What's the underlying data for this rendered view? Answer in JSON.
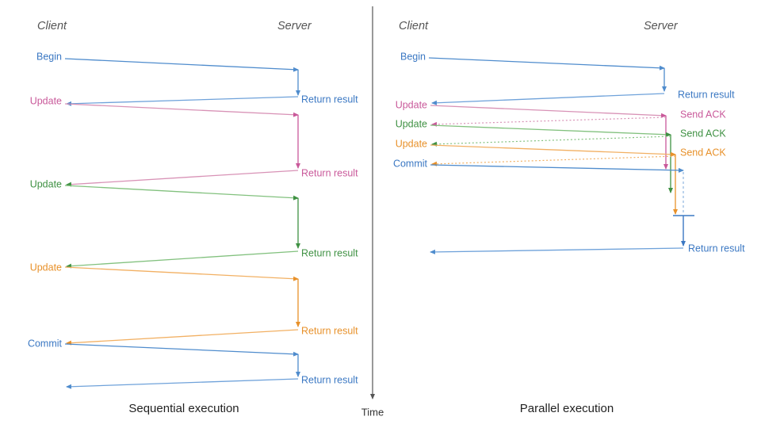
{
  "palette": {
    "blue": "#3b78c3",
    "blue_light": "#6fa2da",
    "pink": "#c9599a",
    "pink_light": "#d892b6",
    "green": "#3f9143",
    "green_light": "#82c17e",
    "orange": "#e8912a",
    "orange_light": "#f2b063",
    "gray_axis": "#555555",
    "caption": "#222222",
    "divider": "#555555",
    "background": "#ffffff"
  },
  "axis": {
    "time_label": "Time"
  },
  "panels": [
    {
      "id": "sequential",
      "caption": "Sequential execution",
      "actors": {
        "client": "Client",
        "server": "Server"
      },
      "messages": [
        {
          "label": "Begin",
          "side": "left",
          "color": "blue"
        },
        {
          "label": "Return result",
          "side": "right",
          "color": "blue"
        },
        {
          "label": "Update",
          "side": "left",
          "color": "pink"
        },
        {
          "label": "Return result",
          "side": "right",
          "color": "pink"
        },
        {
          "label": "Update",
          "side": "left",
          "color": "green"
        },
        {
          "label": "Return result",
          "side": "right",
          "color": "green"
        },
        {
          "label": "Update",
          "side": "left",
          "color": "orange"
        },
        {
          "label": "Return result",
          "side": "right",
          "color": "orange"
        },
        {
          "label": "Commit",
          "side": "left",
          "color": "blue"
        },
        {
          "label": "Return result",
          "side": "right",
          "color": "blue"
        }
      ]
    },
    {
      "id": "parallel",
      "caption": "Parallel execution",
      "actors": {
        "client": "Client",
        "server": "Server"
      },
      "messages": [
        {
          "label": "Begin",
          "side": "left",
          "color": "blue"
        },
        {
          "label": "Return result",
          "side": "right",
          "color": "blue"
        },
        {
          "label": "Update",
          "side": "left",
          "color": "pink"
        },
        {
          "label": "Send ACK",
          "side": "right",
          "color": "pink"
        },
        {
          "label": "Update",
          "side": "left",
          "color": "green"
        },
        {
          "label": "Send ACK",
          "side": "right",
          "color": "green"
        },
        {
          "label": "Update",
          "side": "left",
          "color": "orange"
        },
        {
          "label": "Send ACK",
          "side": "right",
          "color": "orange"
        },
        {
          "label": "Commit",
          "side": "left",
          "color": "blue"
        },
        {
          "label": "Return result",
          "side": "right",
          "color": "blue"
        }
      ]
    }
  ],
  "labels": {
    "left": {
      "client": "Client",
      "server": "Server",
      "begin": "Begin",
      "update_pink": "Update",
      "update_green": "Update",
      "update_orange": "Update",
      "commit": "Commit",
      "return_blue_1": "Return result",
      "return_pink": "Return result",
      "return_green": "Return result",
      "return_orange": "Return result",
      "return_blue_2": "Return result",
      "caption": "Sequential execution"
    },
    "right": {
      "client": "Client",
      "server": "Server",
      "begin": "Begin",
      "update_pink": "Update",
      "update_green": "Update",
      "update_orange": "Update",
      "commit": "Commit",
      "return_blue_1": "Return result",
      "ack_pink": "Send ACK",
      "ack_green": "Send ACK",
      "ack_orange": "Send ACK",
      "return_blue_2": "Return result",
      "caption": "Parallel execution"
    },
    "time": "Time"
  }
}
